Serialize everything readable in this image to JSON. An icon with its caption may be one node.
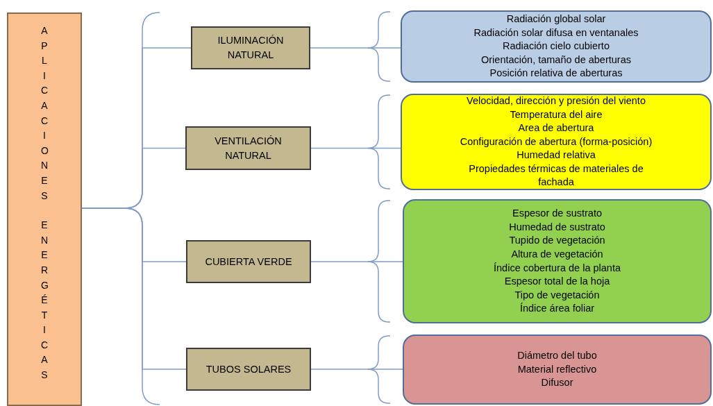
{
  "diagram": {
    "nodes": [
      {
        "text": [
          "APLICACIONES ENERGÉTICAS"
        ]
      },
      {
        "text": [
          "ILUMINACIÓN NATURAL"
        ]
      },
      {
        "text": [
          "Radiación global solar",
          "Radiación solar difusa en ventanales",
          "Radiación cielo cubierto",
          "Orientación, tamaño de aberturas",
          "Posición relativa de aberturas"
        ]
      },
      {
        "text": [
          "VENTILACIÓN NATURAL"
        ]
      },
      {
        "text": [
          "Velocidad, dirección y presión del viento",
          "Temperatura del aire",
          "Area de abertura",
          "Configuración de abertura (forma-posición)",
          "Humedad relativa",
          "Propiedades térmicas de materiales de fachada"
        ]
      },
      {
        "text": [
          "CUBIERTA VERDE"
        ]
      },
      {
        "text": [
          "Espesor de sustrato",
          "Humedad de sustrato",
          "Tupido de vegetación",
          "Altura de vegetación",
          "Índice cobertura de la planta",
          "Espesor total de la hoja",
          "Tipo de vegetación",
          "Índice área foliar"
        ]
      },
      {
        "text": [
          "TUBOS SOLARES"
        ]
      },
      {
        "text": [
          "Diámetro del tubo",
          "Material reflectivo",
          "Difusor"
        ]
      }
    ],
    "edges": [
      {
        "from": 0,
        "to": 1,
        "arrow": "none"
      },
      {
        "from": 0,
        "to": 3,
        "arrow": "none"
      },
      {
        "from": 0,
        "to": 5,
        "arrow": "none"
      },
      {
        "from": 0,
        "to": 7,
        "arrow": "none"
      },
      {
        "from": 1,
        "to": 2,
        "arrow": "none"
      },
      {
        "from": 3,
        "to": 4,
        "arrow": "none"
      },
      {
        "from": 5,
        "to": 6,
        "arrow": "none"
      },
      {
        "from": 7,
        "to": 8,
        "arrow": "none"
      }
    ]
  }
}
